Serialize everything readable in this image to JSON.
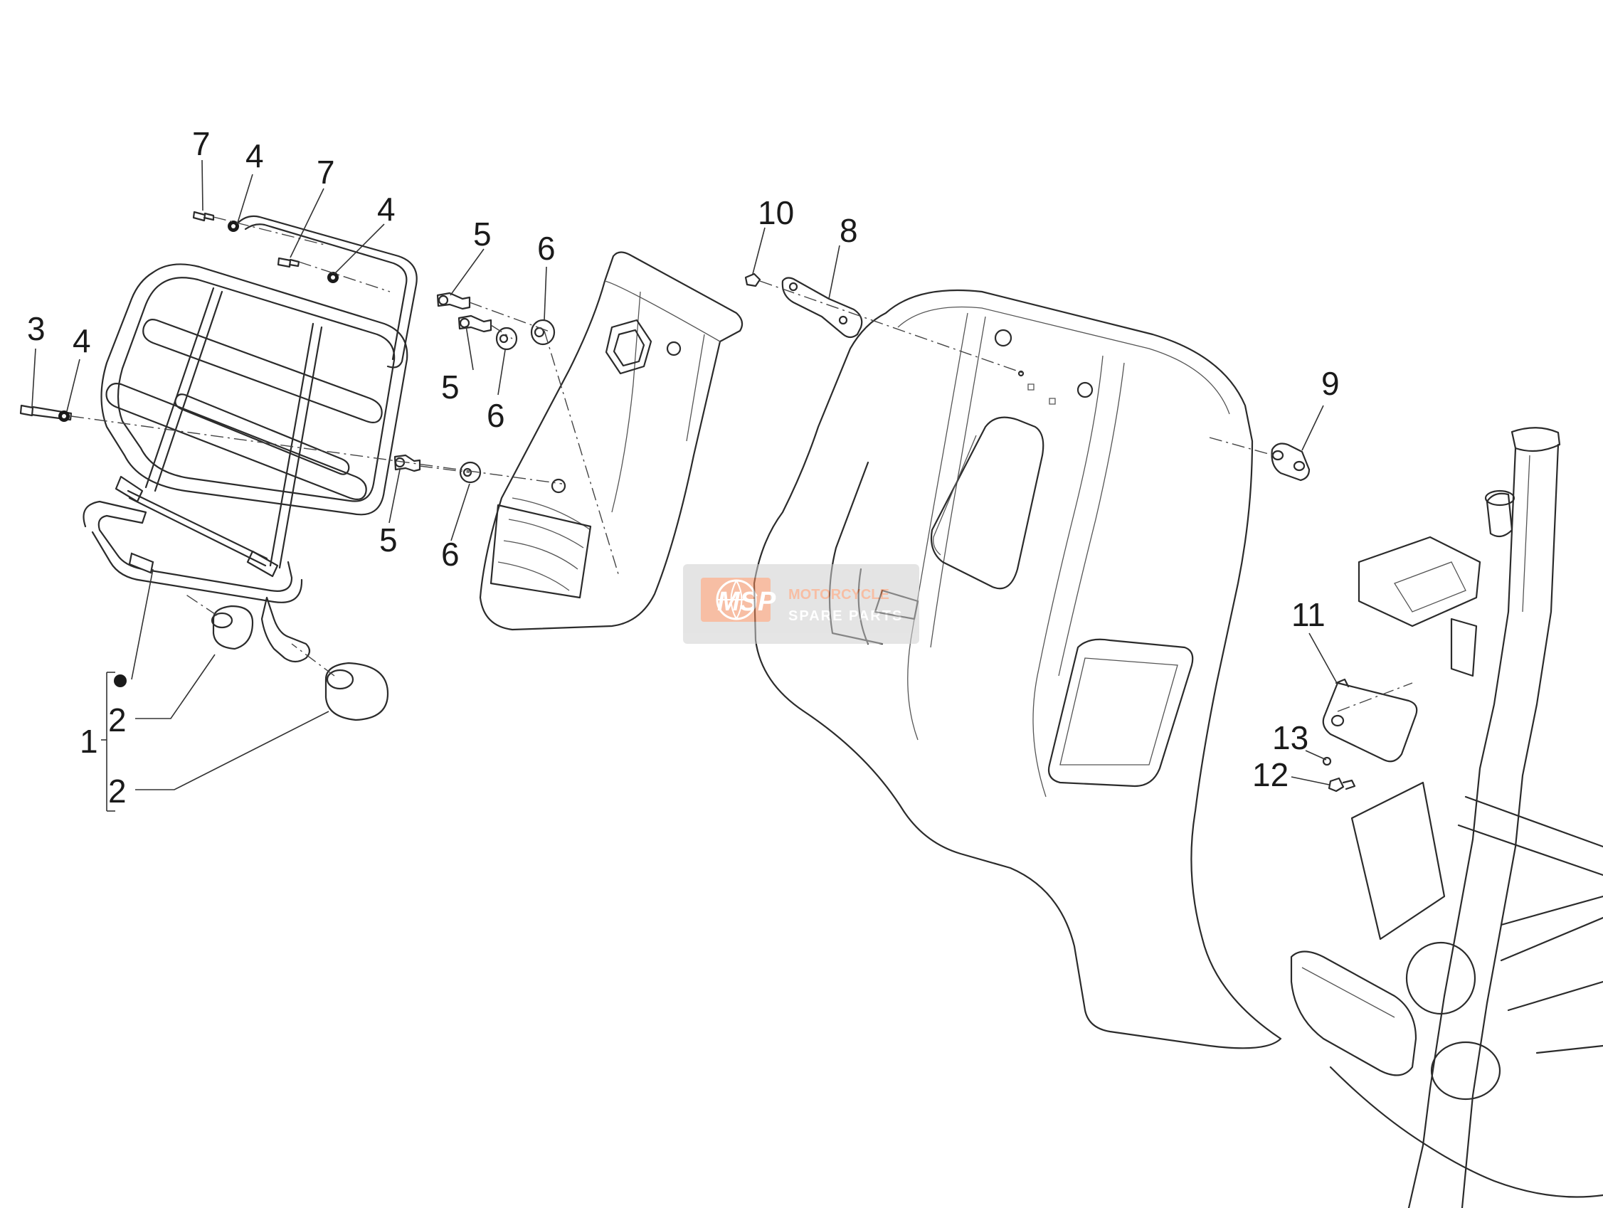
{
  "callouts": {
    "c1": "1",
    "c2a": "2",
    "c2b": "2",
    "c3": "3",
    "c4a": "4",
    "c4b": "4",
    "c4c": "4",
    "c5a": "5",
    "c5b": "5",
    "c5c": "5",
    "c6a": "6",
    "c6b": "6",
    "c6c": "6",
    "c7a": "7",
    "c7b": "7",
    "c8": "8",
    "c9": "9",
    "c10": "10",
    "c11": "11",
    "c12": "12",
    "c13": "13"
  },
  "watermark": {
    "logo": "MSP",
    "line1": "MOTORCYCLE",
    "line2": "SPARE PARTS",
    "color": "#f28a5a"
  }
}
